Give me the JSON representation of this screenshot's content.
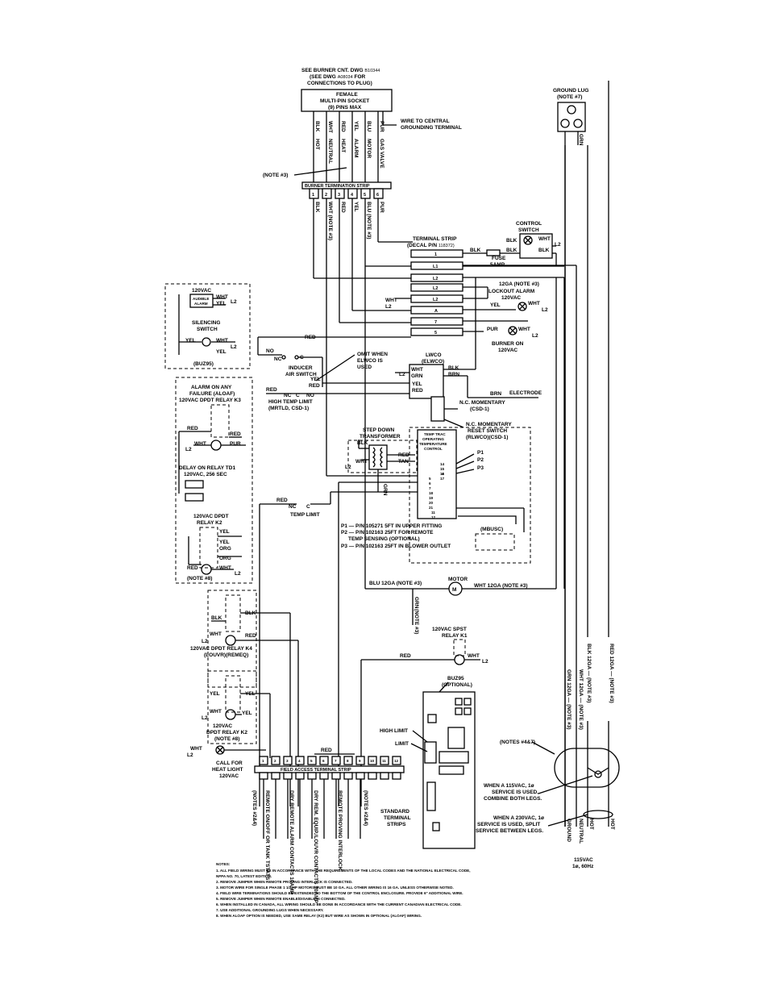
{
  "header": {
    "see_burner": "SEE BURNER CNT. DWG",
    "see_burner_num": "B10344",
    "see_dwg": "(SEE DWG",
    "see_dwg_num": "A08034",
    "see_dwg_end": "FOR",
    "connections": "CONNECTIONS TO PLUG)",
    "socket_line1": "FEMALE",
    "socket_line2": "MULTI-PIN SOCKET",
    "socket_line3": "(9) PINS MAX",
    "wire_central_1": "WIRE TO CENTRAL",
    "wire_central_2": "GROUNDING TERMINAL",
    "socket_wires": [
      "BLK",
      "WHT",
      "RED",
      "YEL",
      "BLU",
      "PUR"
    ],
    "socket_functions": [
      "HOT",
      "NEUTRAL",
      "HEAT",
      "ALARM",
      "MOTOR",
      "GAS VALVE"
    ],
    "note3": "(NOTE #3)",
    "burner_strip": "BURNER TERMINATION STRIP",
    "burner_terms": [
      "1",
      "2",
      "3",
      "4",
      "5",
      "6"
    ],
    "burner_wires": [
      "BLK",
      "WHT (NOTE #3)",
      "RED",
      "YEL",
      "BLU (NOTE #3)",
      "PUR"
    ]
  },
  "ground": {
    "label1": "GROUND LUG",
    "label2": "(NOTE #7)",
    "grn": "GRN"
  },
  "terminal_strip": {
    "label1": "TERMINAL STRIP",
    "label2": "(DECAL P/N",
    "label_num": "118372)",
    "terms": [
      "1",
      "L1",
      "L2",
      "L2",
      "L2",
      "A",
      "7",
      "5"
    ]
  },
  "control_switch": {
    "label1": "CONTROL",
    "label2": "SWITCH",
    "blk": "BLK",
    "wht": "WHT",
    "l2": "L2",
    "fuse": "FUSE",
    "amp": "5AMP"
  },
  "lockout": {
    "gauge": "12GA (NOTE #3)",
    "label1": "LOCKOUT ALARM",
    "label2": "120VAC",
    "yel": "YEL",
    "wht": "WHT",
    "l2": "L2"
  },
  "burner_on": {
    "pur": "PUR",
    "wht": "WHT",
    "l2": "L2",
    "label1": "BURNER ON",
    "label2": "120VAC"
  },
  "buz95_top": {
    "v": "120VAC",
    "wht": "WHT",
    "yel": "YEL",
    "l2": "L2",
    "alarm1": "AUDIBLE",
    "alarm2": "ALARM",
    "silencing1": "SILENCING",
    "silencing2": "SWITCH",
    "yel2": "YEL",
    "wht2": "WHT",
    "yel3": "YEL",
    "l2b": "L2",
    "buz": "(BUZ95)"
  },
  "inducer": {
    "no": "NO",
    "nc": "NC",
    "c": "C",
    "label1": "INDUCER",
    "label2": "AIR SWITCH",
    "red": "RED",
    "yel": "YEL",
    "red2": "RED",
    "omit1": "OMIT WHEN",
    "omit2": "ELWCO IS",
    "omit3": "USED"
  },
  "high_limit": {
    "nc": "NC",
    "c": "C",
    "no": "NO",
    "label1": "HIGH TEMP LIMIT",
    "label2": "(MRTLD, CSD-1)"
  },
  "lwco": {
    "label1": "LWCO",
    "label2": "(ELWCO)",
    "wht": "WHT",
    "l2": "L2",
    "blk": "BLK",
    "brn": "BRN",
    "grn": "GRN",
    "yel": "YEL",
    "red": "RED",
    "nc_mom": "N.C. MOMENTARY",
    "csd": "(CSD-1)",
    "brn2": "BRN",
    "electrode": "ELECTRODE",
    "nc_reset1": "N.C. MOMENTARY",
    "nc_reset2": "RESET SWITCH",
    "nc_reset3": "(RLWCO)(CSD-1)"
  },
  "aloaf": {
    "label1": "ALARM ON ANY",
    "label2": "FAILURE (ALOAF)",
    "label3": "120VAC DPDT RELAY K3",
    "red": "RED",
    "red2": "RED",
    "wht": "WHT",
    "l2": "L2",
    "pur": "PUR"
  },
  "delay": {
    "label1": "DELAY ON RELAY TD1",
    "label2": "120VAC, 256 SEC"
  },
  "relay_k2_top": {
    "label1": "120VAC DPDT",
    "label2": "RELAY K2",
    "yel": "YEL",
    "yel2": "YEL",
    "org": "ORG",
    "org2": "ORG",
    "red": "RED",
    "wht": "WHT",
    "l2": "L2",
    "note": "(NOTE #8)"
  },
  "transformer": {
    "label1": "STEP DOWN",
    "label2": "TRANSFORMER",
    "blk": "BLK",
    "wht": "WHT",
    "l2": "L2",
    "red": "RED",
    "tan": "TAN",
    "grn": "GRN"
  },
  "temp_trac": {
    "label1": "TEMP TRAC",
    "label2": "OPERATING",
    "label3": "TEMPERATURE",
    "label4": "CONTROL",
    "terms": [
      "14",
      "15",
      "16",
      "17",
      "4",
      "5",
      "6",
      "7",
      "18",
      "19",
      "20",
      "21",
      "11",
      "12"
    ],
    "p": [
      "P1",
      "P2",
      "P3"
    ]
  },
  "temp_limit": {
    "red": "RED",
    "nc": "NC",
    "c": "C",
    "label": "TEMP LIMIT"
  },
  "sensors": {
    "p1": "P1 — P/N 105271  5FT IN UPPER FITTING",
    "p2": "P2 — P/N 102163  25FT FOR REMOTE",
    "p2b": "TEMP SENSING (OPTIONAL)",
    "p3": "P3 — P/N 102163  25FT IN BLOWER OUTLET",
    "mbusc": "(MBUSC)"
  },
  "motor": {
    "blu": "BLU 12GA (NOTE #3)",
    "label": "MOTOR",
    "m": "M",
    "wht": "WHT 12GA (NOTE #3)",
    "grn": "GRN",
    "note": "(NOTE #3)"
  },
  "relay_k1": {
    "label1": "120VAC SPST",
    "label2": "RELAY K1",
    "red": "RED",
    "wht": "WHT",
    "l2": "L2"
  },
  "relay_k4": {
    "blk": "BLK",
    "blk2": "BLK",
    "red": "RED",
    "wht": "WHT",
    "l2": "L2",
    "label1": "120VAC DPDT RELAY K4",
    "label2": "(LOUVR)(REMEQ)"
  },
  "relay_k2_bot": {
    "yel": "YEL",
    "yel2": "YEL",
    "wht": "WHT",
    "l2": "L2",
    "label1": "120VAC",
    "label2": "DPDT RELAY K2",
    "label3": "(NOTE #8)",
    "wht2": "WHT",
    "l2b": "L2",
    "call1": "CALL FOR",
    "call2": "HEAT LIGHT",
    "call3": "120VAC"
  },
  "field_strip": {
    "label": "FIELD ACCESS TERMINAL STRIP",
    "terms": [
      "1",
      "2",
      "3",
      "4",
      "5",
      "6",
      "7",
      "8",
      "9",
      "10",
      "11",
      "12"
    ],
    "red": "RED",
    "notes": [
      "(NOTES #2&4)",
      "REMOTE ON/OFF OR TANK TSTATS",
      "DRY REMOTE ALARM CONTACTS 10AMP",
      "DRY REM. EQUIP./LOUVR CONTACTS 10AMP",
      "REMOTE PROVING INTERLOCK",
      "(NOTES #2&4)"
    ]
  },
  "buz95_panel": {
    "label1": "BUZ95",
    "label2": "(OPTIONAL)",
    "high": "HIGH LIMIT",
    "limit": "LIMIT",
    "standard1": "STANDARD",
    "standard2": "TERMINAL",
    "standard3": "STRIPS"
  },
  "power": {
    "red": "RED 12GA — (NOTE #3)",
    "blk": "BLK 12GA — (NOTE #3)",
    "wht": "WHT 12GA — (NOTE #3)",
    "grn": "GRN 12GA — (NOTE #3)",
    "notes47": "(NOTES #4&7)",
    "s115_1": "WHEN A 115VAC, 1ø",
    "s115_2": "SERVICE IS USED,",
    "s115_3": "COMBINE BOTH LEGS.",
    "s230_1": "WHEN A 230VAC, 1ø",
    "s230_2": "SERVICE IS USED, SPLIT",
    "s230_3": "SERVICE BETWEEN LEGS.",
    "legs": [
      "GROUND",
      "NEUTRAL",
      "HOT",
      "HOT"
    ],
    "supply1": "115VAC",
    "supply2": "1ø, 60Hz"
  },
  "notes": {
    "title": "NOTES:",
    "lines": [
      "1. ALL FIELD WIRING MUST BE IN ACCORDANCE WITH THE REQUIREMENTS OF THE LOCAL CODES AND THE NATIONAL ELECTRICAL CODE,",
      "    NFPA NO. 70, LATEST EDITION.",
      "2. REMOVE JUMPER WHEN REMOTE PROVING INTERLOCK IS CONNECTED.",
      "3. MOTOR WIRE FOR SINGLE PHASE 1 1/2 HP MOTORS MUST BE 10 GA. ALL OTHER WIRING IS 16 GA. UNLESS OTHERWISE NOTED.",
      "4. FIELD WIRE TERMINATIONS SHOULD BE EXTENDED TO THE BOTTOM OF THE CONTROL ENCLOSURE. PROVIDE 6\" ADDITIONAL WIRE.",
      "5. REMOVE JUMPER WHEN REMOTE ENABLE/DISABLE IS CONNECTED.",
      "6. WHEN INSTALLED IN CANADA, ALL WIRING SHOULD BE DONE IN ACCORDANCE WITH THE CURRENT CANADIAN ELECTRICAL CODE.",
      "7. USE ADDITIONAL GROUNDING LUGS WHEN NECESSARY.",
      "8. WHEN ALOAF OPTION IS NEEDED, USE SAME RELAY (K2) BUT WIRE AS SHOWN IN OPTIONAL (ALOAF) WIRING."
    ]
  }
}
